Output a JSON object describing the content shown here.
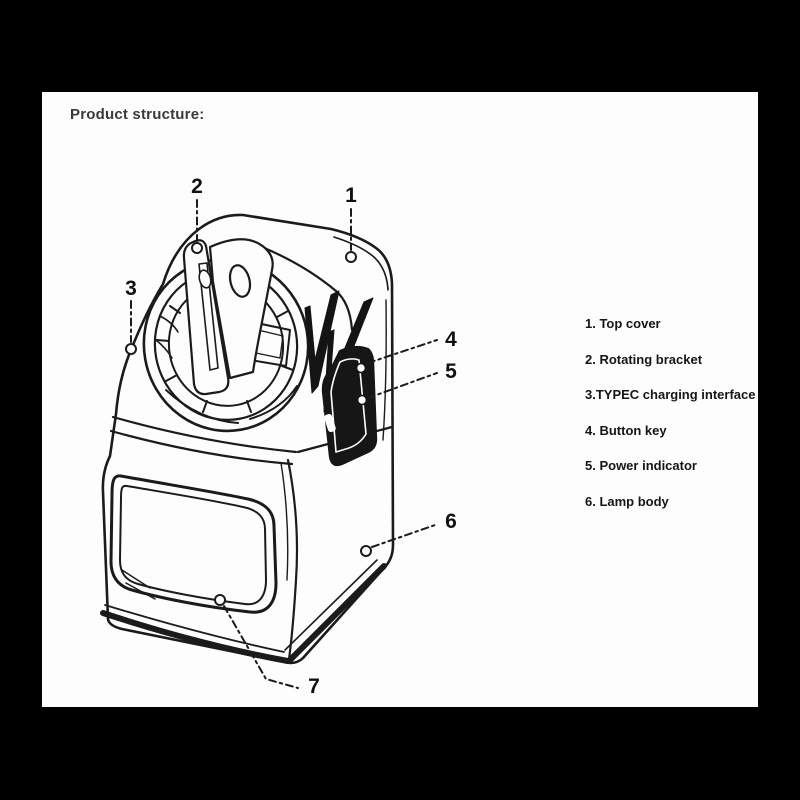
{
  "title": "Product structure:",
  "legend": {
    "items": [
      {
        "text": "1. Top cover"
      },
      {
        "text": "2. Rotating bracket"
      },
      {
        "text": "3.TYPEC charging interface"
      },
      {
        "text": "4. Button key"
      },
      {
        "text": "5. Power indicator"
      },
      {
        "text": "6. Lamp body"
      }
    ]
  },
  "diagram": {
    "description": "Exploded-view line drawing of a cube-shaped lamp with rotating bracket",
    "callout_numbers": {
      "c1": "1",
      "c2": "2",
      "c3": "3",
      "c4": "4",
      "c5": "5",
      "c6": "6",
      "c7": "7"
    }
  },
  "colors": {
    "background": "#000000",
    "panel": "#fdfdfd",
    "line_art": "#1b1b1b",
    "dark_fill": "#161616"
  }
}
